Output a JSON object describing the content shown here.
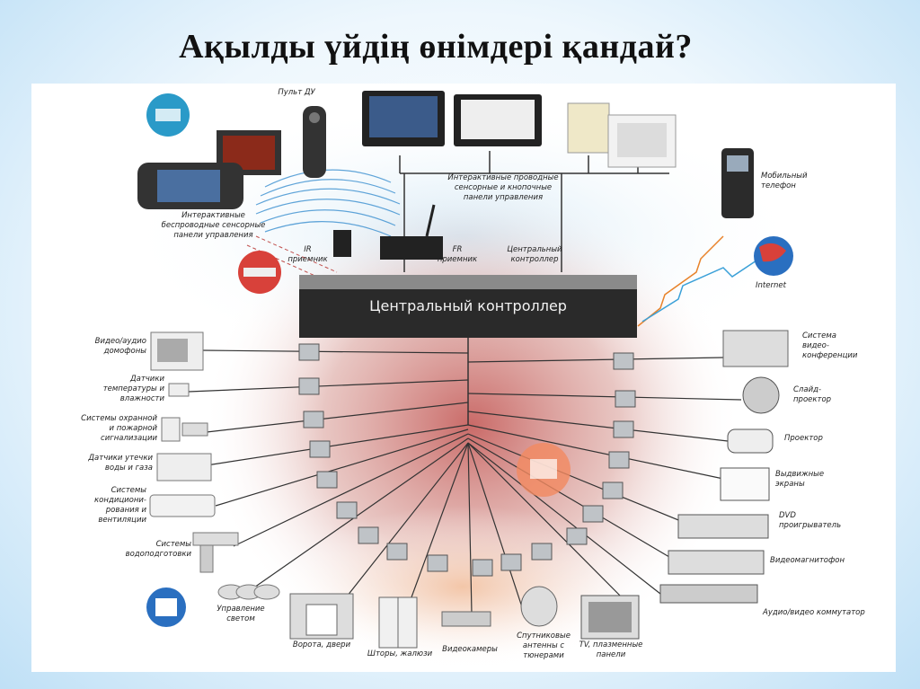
{
  "title": "Ақылды үйдің  өнімдері қандай?",
  "controller_label": "Центральный контроллер",
  "labels": {
    "remote": "Пульт ДУ",
    "wired_panels": "Интерактивные проводные\nсенсорные и кнопочные\nпанели управления",
    "wireless_panels": "Интерактивные\nбеспроводные сенсорные\nпанели управления",
    "ir": "IR\nприемник",
    "fr": "FR\nприемник",
    "central": "Центральный\nконтроллер",
    "mobile": "Мобильный\nтелефон",
    "internet": "Internet",
    "intercom": "Видео/аудио\nдомофоны",
    "temp": "Датчики\nтемпературы и\nвлажности",
    "security": "Системы охранной\nи пожарной\nсигнализации",
    "leak": "Датчики утечки\nводы и газа",
    "hvac": "Системы\nкондициони-\nрования и\nвентиляции",
    "water": "Системы\nводоподготовки",
    "light": "Управление\nсветом",
    "gates": "Ворота, двери",
    "blinds": "Шторы, жалюзи",
    "cameras": "Видеокамеры",
    "satellite": "Спутниковые\nантенны с\nтюнерами",
    "tv": "TV, плазменные\nпанели",
    "videoconf": "Система\nвидео-\nконференции",
    "slide": "Слайд-\nпроектор",
    "projector": "Проектор",
    "screens": "Выдвижные\nэкраны",
    "dvd": "DVD\nпроигрыватель",
    "vcr": "Видеомагнитофон",
    "switch": "Аудио/видео коммутатор"
  },
  "colors": {
    "glow": "#c0504d",
    "controller": "#2a2a2a",
    "wire": "#333333",
    "wifi": "#3a8fd0",
    "zigzag_orange": "#e8822a",
    "zigzag_blue": "#3aa0d8"
  }
}
